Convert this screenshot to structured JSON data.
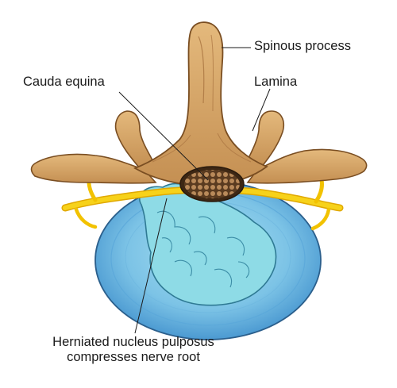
{
  "labels": {
    "spinous_process": "Spinous process",
    "cauda_equina": "Cauda equina",
    "lamina": "Lamina",
    "herniated_line1": "Herniated nucleus pulposus",
    "herniated_line2": "compresses nerve root"
  },
  "colors": {
    "bone": "#d4a468",
    "bone_dark": "#8a5a2b",
    "nerve": "#f2c200",
    "disc_outer": "#4a9fd6",
    "disc_inner": "#8fd2e8",
    "nucleus": "#7fd8e4",
    "cauda_equina": "#6b4a2a"
  }
}
